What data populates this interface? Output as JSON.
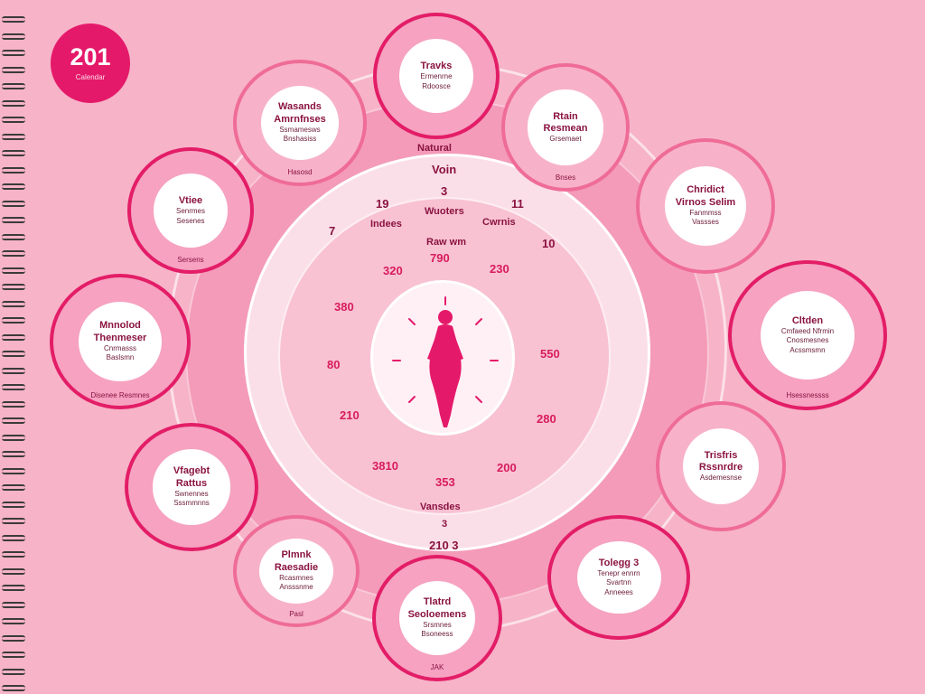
{
  "badge": {
    "year": "201",
    "sub": "Calendar"
  },
  "figure": {
    "color": "#e5196a"
  },
  "wheel": {
    "top_label": "Natural",
    "title": "Voin",
    "top_numeral": "3",
    "bottom_numeral": "3",
    "year_label": "210 3",
    "ring_labels": [
      {
        "text": "19",
        "size": "big"
      },
      {
        "text": "11",
        "size": "big"
      },
      {
        "text": "7",
        "size": "big"
      },
      {
        "text": "10",
        "size": "big"
      },
      {
        "text": "Indees"
      },
      {
        "text": "Wuoters"
      },
      {
        "text": "Cwrnis"
      },
      {
        "text": "Vansdes"
      }
    ],
    "inner_labels": [
      {
        "text": "Raw wm"
      },
      {
        "text": "790",
        "size": "big",
        "accent": true
      },
      {
        "text": "320",
        "size": "big",
        "accent": true
      },
      {
        "text": "380",
        "size": "big",
        "accent": true
      },
      {
        "text": "230",
        "size": "big",
        "accent": true
      },
      {
        "text": "80",
        "size": "big",
        "accent": true
      },
      {
        "text": "550",
        "size": "big",
        "accent": true
      },
      {
        "text": "280",
        "size": "big",
        "accent": true
      },
      {
        "text": "210",
        "size": "big",
        "accent": true
      },
      {
        "text": "3810",
        "size": "big",
        "accent": true
      },
      {
        "text": "353",
        "size": "big",
        "accent": true
      },
      {
        "text": "200",
        "size": "big",
        "accent": true
      }
    ]
  },
  "nodes": [
    {
      "title": "Travks",
      "lines": [
        "Ermenrne",
        "Rdoosce"
      ],
      "tag": ""
    },
    {
      "title": "Wasands\nAmrnfnses",
      "lines": [
        "Ssmamesws",
        "Bnshasiss"
      ],
      "tag": "Hasosd"
    },
    {
      "title": "Rtain\nResmean",
      "lines": [
        "Grsemaet"
      ],
      "tag": "Bnses"
    },
    {
      "title": "Vtiee",
      "lines": [
        "Senrmes",
        "Sesenes"
      ],
      "tag": "Sersens"
    },
    {
      "title": "Chridict\nVirnos Selim",
      "lines": [
        "Fanmmss",
        "Vassses"
      ],
      "tag": ""
    },
    {
      "title": "Mnnolod\nThenmeser",
      "lines": [
        "Cnrmasss",
        "Baslsmn"
      ],
      "tag": "Disenee Resmnes"
    },
    {
      "title": "Cltden",
      "lines": [
        "Cmfaeed Nfrmin",
        "Cnosmesnes",
        "Acssmsmn"
      ],
      "tag": "Hsessnessss"
    },
    {
      "title": "Vfagebt\nRattus",
      "lines": [
        "Swnennes",
        "Sssmmnns"
      ],
      "tag": ""
    },
    {
      "title": "Plmnk\nRaesadie",
      "lines": [
        "Rcasmnes",
        "Ansssnme"
      ],
      "tag": "Pasl"
    },
    {
      "title": "Trisfris\nRssnrdre",
      "lines": [
        "Asdemesnse"
      ],
      "tag": ""
    },
    {
      "title": "Tlatrd\nSeoloemens",
      "lines": [
        "Srsmnes",
        "Bsoneess"
      ],
      "tag": "JAK"
    },
    {
      "title": "Tolegg 3",
      "lines": [
        "Tenepr ennrn",
        "Svartnn",
        "Anneees"
      ],
      "tag": ""
    }
  ]
}
